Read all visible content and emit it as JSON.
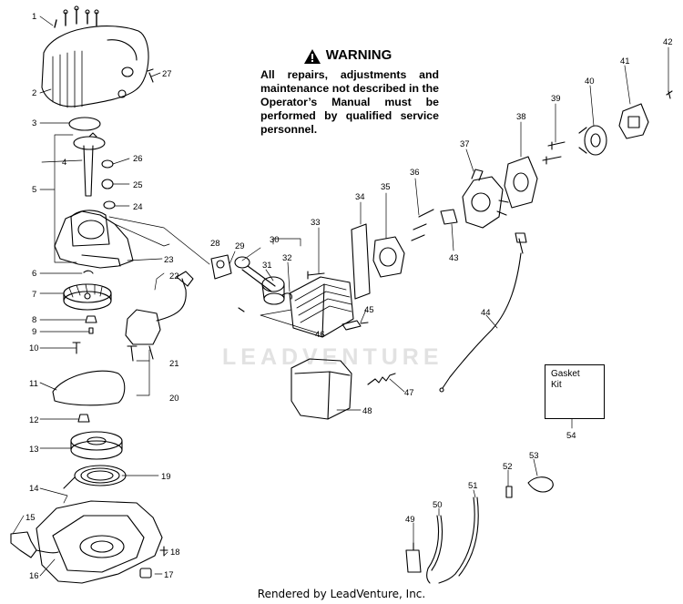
{
  "warning": {
    "heading": "WARNING",
    "text": "All repairs, adjustments and maintenance not described in the Operator’s Manual must be performed by qualified service personnel."
  },
  "gasket_kit": {
    "label_line1": "Gasket",
    "label_line2": "Kit"
  },
  "watermark": "LEADVENTURE",
  "footer": "Rendered by LeadVenture, Inc.",
  "callouts": [
    "1",
    "2",
    "3",
    "4",
    "5",
    "6",
    "7",
    "8",
    "9",
    "10",
    "11",
    "12",
    "13",
    "14",
    "15",
    "16",
    "17",
    "18",
    "19",
    "20",
    "21",
    "22",
    "23",
    "24",
    "25",
    "26",
    "27",
    "28",
    "29",
    "30",
    "31",
    "32",
    "33",
    "34",
    "35",
    "36",
    "37",
    "38",
    "39",
    "40",
    "41",
    "42",
    "43",
    "44",
    "45",
    "46",
    "47",
    "48",
    "49",
    "50",
    "51",
    "52",
    "53",
    "54"
  ]
}
